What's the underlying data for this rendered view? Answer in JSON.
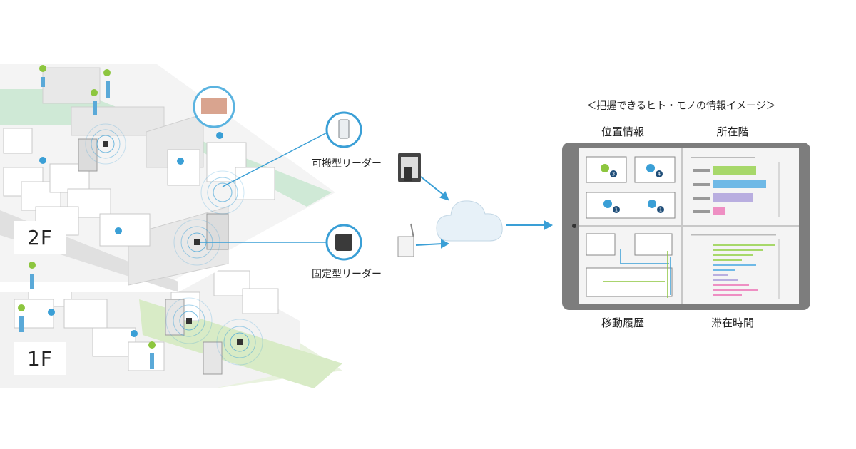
{
  "floors": {
    "upper": "2F",
    "lower": "1F"
  },
  "readers": {
    "portable_label": "可搬型リーダー",
    "fixed_label": "固定型リーダー"
  },
  "dashboard": {
    "title": "＜把握できるヒト・モノの情報イメージ＞",
    "panels": {
      "location": "位置情報",
      "floor": "所在階",
      "movement": "移動履歴",
      "stay_time": "滞在時間"
    },
    "room_counts": [
      "3",
      "4",
      "1",
      "1"
    ]
  },
  "colors": {
    "accent_blue": "#3a9fd6",
    "accent_green": "#8dc63f",
    "floor_green": "#cfe9d6",
    "bar_green": "#a7d86a",
    "bar_blue": "#6fb9e6",
    "bar_purple": "#b9aee0",
    "bar_pink": "#ee8fc3",
    "tablet_frame": "#7d7d7d"
  },
  "icons": [
    "location-pin-icon",
    "person-icon",
    "rfid-antenna-icon",
    "cloud-icon",
    "router-icon",
    "tablet-icon",
    "handheld-reader-icon",
    "fixed-reader-icon"
  ]
}
